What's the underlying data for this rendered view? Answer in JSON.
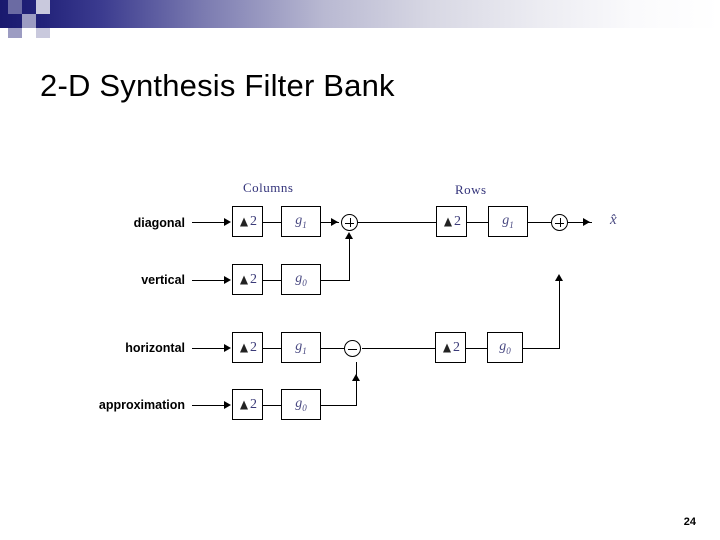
{
  "slide": {
    "title": "2-D Synthesis Filter Bank",
    "page_number": "24"
  },
  "diagram": {
    "column_header": "Columns",
    "row_header": "Rows",
    "output_label": "x̂",
    "input_labels": [
      "diagonal",
      "vertical",
      "horizontal",
      "approximation"
    ],
    "upsample_factor": "2",
    "filters": {
      "g1": "g",
      "g1_sub": "1",
      "g0": "g",
      "g0_sub": "0"
    },
    "column_stage": [
      {
        "row": "diagonal",
        "upsample": "2",
        "filter": "g",
        "filter_sub": "1"
      },
      {
        "row": "vertical",
        "upsample": "2",
        "filter": "g",
        "filter_sub": "0"
      },
      {
        "row": "horizontal",
        "upsample": "2",
        "filter": "g",
        "filter_sub": "1"
      },
      {
        "row": "approximation",
        "upsample": "2",
        "filter": "g",
        "filter_sub": "0"
      }
    ],
    "row_stage": [
      {
        "upsample": "2",
        "filter": "g",
        "filter_sub": "1"
      },
      {
        "upsample": "2",
        "filter": "g",
        "filter_sub": "0"
      }
    ],
    "operators": [
      {
        "name": "adder-columns-top",
        "symbol": "+"
      },
      {
        "name": "adder-columns-bottom",
        "symbol": "−"
      },
      {
        "name": "adder-rows-output",
        "symbol": "+"
      }
    ]
  },
  "colors": {
    "band_dark": "#1a1a6e",
    "band_light": "#ffffff",
    "filter_text": "#4a4a82",
    "header_text": "#33337a"
  }
}
